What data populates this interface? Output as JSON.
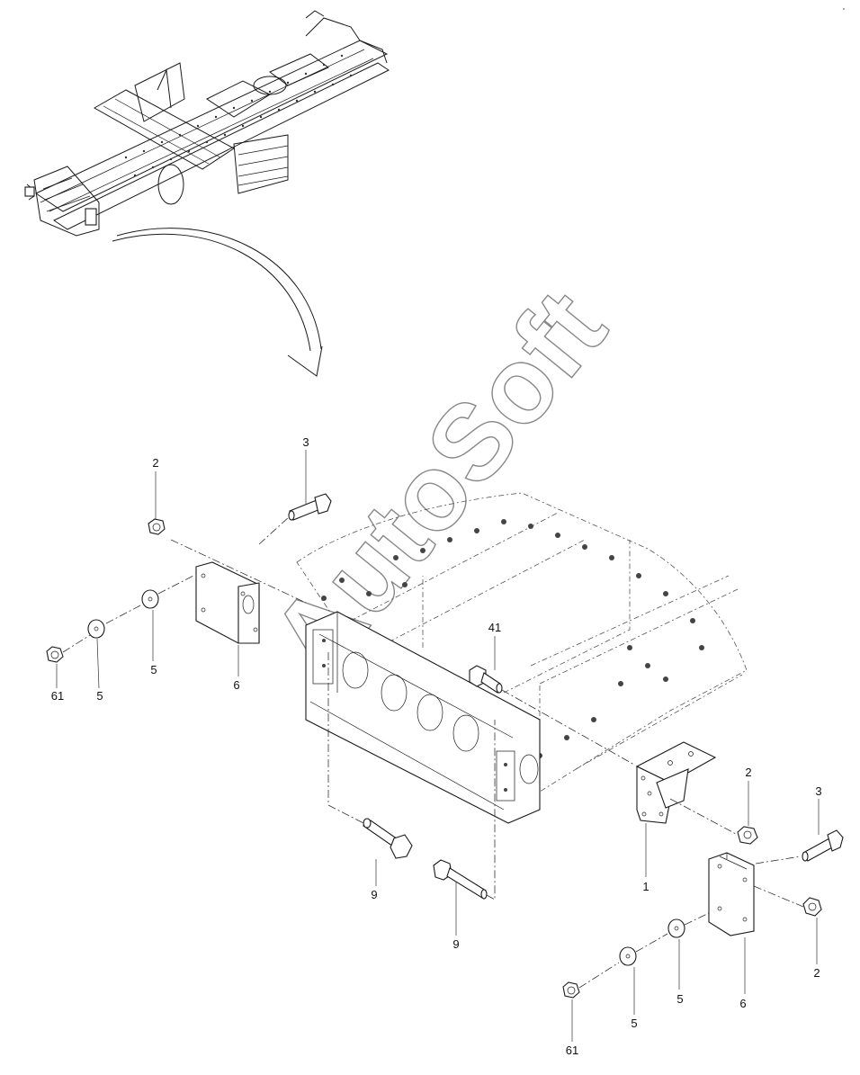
{
  "drawing": {
    "corner_ref": "∘ ",
    "watermark": "AutoSoft"
  },
  "callouts": [
    {
      "id": "c1",
      "label": "2"
    },
    {
      "id": "c2",
      "label": "3"
    },
    {
      "id": "c3",
      "label": "61"
    },
    {
      "id": "c4",
      "label": "5"
    },
    {
      "id": "c5",
      "label": "5"
    },
    {
      "id": "c6",
      "label": "6"
    },
    {
      "id": "c7",
      "label": "41"
    },
    {
      "id": "c8",
      "label": "9"
    },
    {
      "id": "c9",
      "label": "9"
    },
    {
      "id": "c10",
      "label": "1"
    },
    {
      "id": "c11",
      "label": "2"
    },
    {
      "id": "c12",
      "label": "3"
    },
    {
      "id": "c13",
      "label": "2"
    },
    {
      "id": "c14",
      "label": "6"
    },
    {
      "id": "c15",
      "label": "5"
    },
    {
      "id": "c16",
      "label": "5"
    },
    {
      "id": "c17",
      "label": "61"
    }
  ]
}
